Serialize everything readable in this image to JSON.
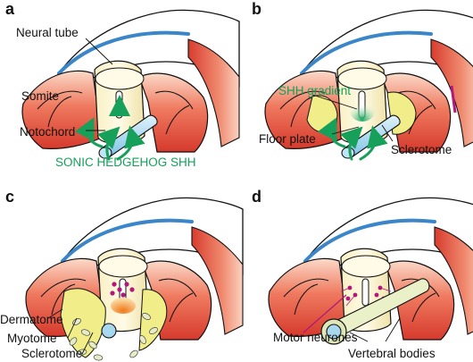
{
  "panels": [
    {
      "letter": "a",
      "labels": {
        "neural_tube": "Neural tube",
        "somite": "Somite",
        "notochord": "Notochord",
        "shh": "SONIC HEDGEHOG SHH"
      }
    },
    {
      "letter": "b",
      "labels": {
        "shh_gradient": "SHH gradient",
        "floor_plate": "Floor plate",
        "sclerotome": "Sclerotome"
      }
    },
    {
      "letter": "c",
      "labels": {
        "dermatome": "Dermatome",
        "myotome": "Myotome",
        "sclerotome": "Sclerotome"
      }
    },
    {
      "letter": "d",
      "labels": {
        "motor_neurones": "Motor neurones",
        "vertebral_bodies": "Vertebral bodies"
      }
    }
  ],
  "colors": {
    "somite_red": "#e2543f",
    "neural_tube_cream": "#fbf4d2",
    "sclerotome_yellow": "#f1ee8a",
    "notochord_blue": "#a7d8f0",
    "ectoderm_blue": "#3a86c8",
    "shh_green": "#16a05a",
    "floor_plate_orange": "#f08a2a",
    "motor_neurone_magenta": "#b0197a"
  }
}
